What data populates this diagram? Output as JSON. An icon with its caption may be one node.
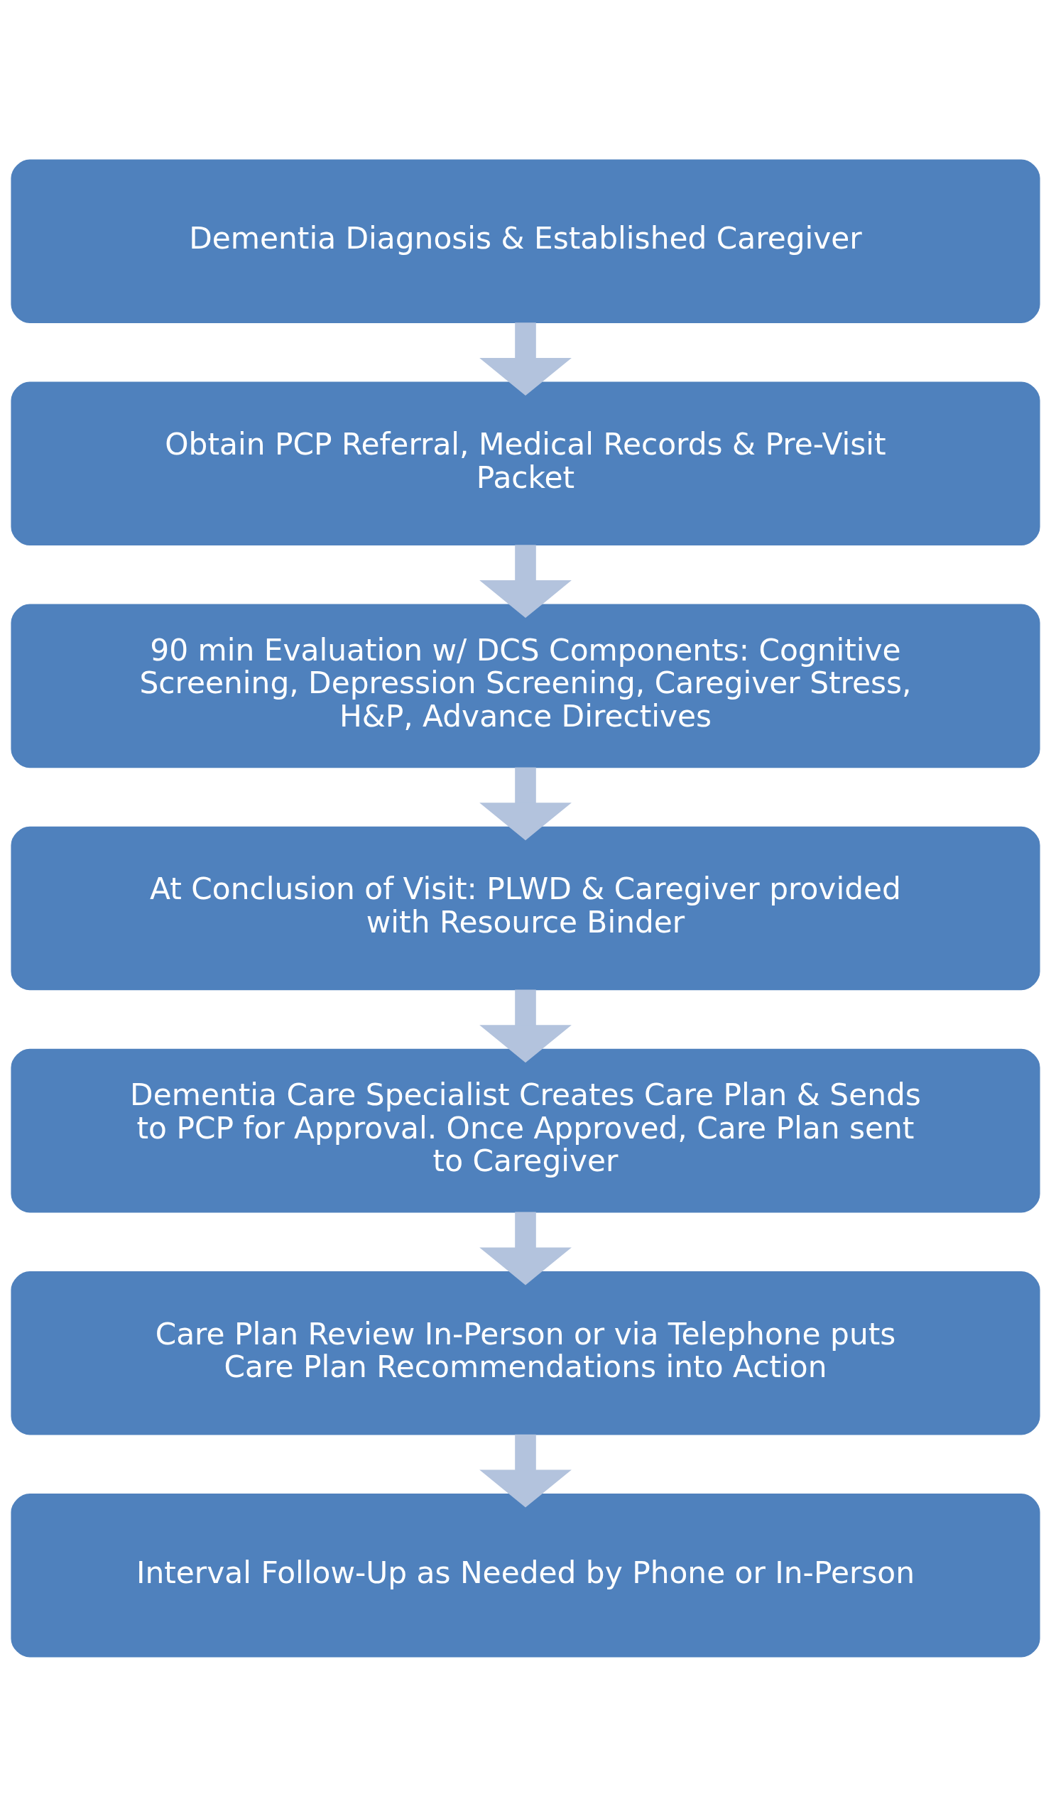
{
  "diagram": {
    "nodes": [
      {
        "text": [
          "Dementia Diagnosis & Established Caregiver"
        ]
      },
      {
        "text": [
          "Obtain PCP Referral, Medical Records & Pre-Visit Packet"
        ]
      },
      {
        "text": [
          "90 min Evaluation w/ DCS Components: Cognitive Screening, Depression Screening, Caregiver Stress, H&P, Advance Directives"
        ]
      },
      {
        "text": [
          "At Conclusion of Visit: PLWD & Caregiver provided with Resource Binder"
        ]
      },
      {
        "text": [
          "Dementia Care Specialist Creates Care Plan & Sends to PCP for Approval. Once Approved, Care Plan sent to Caregiver"
        ]
      },
      {
        "text": [
          "Care Plan Review In-Person or via Telephone puts Care Plan Recommendations into Action"
        ]
      },
      {
        "text": [
          "Interval Follow-Up as Needed by Phone or In-Person"
        ]
      }
    ],
    "edges": [
      {
        "from": 0,
        "to": 1,
        "arrow": "to"
      },
      {
        "from": 1,
        "to": 2,
        "arrow": "to"
      },
      {
        "from": 2,
        "to": 3,
        "arrow": "to"
      },
      {
        "from": 3,
        "to": 4,
        "arrow": "to"
      },
      {
        "from": 4,
        "to": 5,
        "arrow": "to"
      },
      {
        "from": 5,
        "to": 6,
        "arrow": "to"
      }
    ]
  }
}
